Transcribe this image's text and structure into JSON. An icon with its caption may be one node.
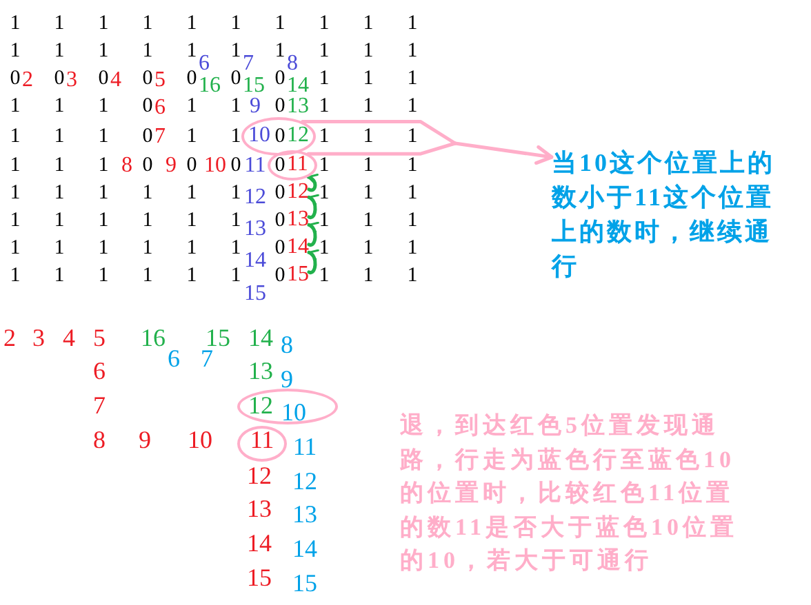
{
  "diagram": {
    "nodes": [
      {
        "text": [
          "10",
          "12"
        ]
      },
      {
        "text": [
          "11"
        ]
      },
      {
        "text": [
          "当10这个位置上的数小于11这个位置上的数时，继续通行"
        ]
      },
      {
        "text": [
          "12"
        ]
      },
      {
        "text": [
          "13"
        ]
      },
      {
        "text": [
          "14"
        ]
      },
      {
        "text": [
          "15"
        ]
      },
      {
        "text": [
          "12",
          "10"
        ]
      },
      {
        "text": [
          "11"
        ]
      }
    ],
    "edges": [
      {
        "from": 0,
        "to": 2,
        "arrow": "to",
        "color": "#ffaec9"
      },
      {
        "from": 1,
        "to": 2,
        "arrow": "to",
        "color": "#ffaec9"
      },
      {
        "from": 6,
        "to": 5,
        "arrow": "to"
      },
      {
        "from": 5,
        "to": 4,
        "arrow": "to"
      },
      {
        "from": 4,
        "to": 3,
        "arrow": "to"
      },
      {
        "from": 3,
        "to": 1,
        "arrow": "to"
      }
    ],
    "labels": [
      "1",
      "1",
      "1",
      "1",
      "1",
      "1",
      "1",
      "1",
      "1",
      "1",
      "1",
      "1",
      "1",
      "1",
      "1",
      "1",
      "1",
      "1",
      "1",
      "1",
      "0",
      "0",
      "0",
      "0",
      "0",
      "0",
      "0",
      "1",
      "1",
      "1",
      "1",
      "1",
      "1",
      "0",
      "1",
      "1",
      "0",
      "1",
      "1",
      "1",
      "1",
      "1",
      "1",
      "0",
      "1",
      "1",
      "0",
      "1",
      "1",
      "1",
      "1",
      "1",
      "1",
      "0",
      "0",
      "0",
      "0",
      "1",
      "1",
      "1",
      "1",
      "1",
      "1",
      "1",
      "1",
      "1",
      "0",
      "1",
      "1",
      "1",
      "1",
      "1",
      "1",
      "1",
      "1",
      "1",
      "0",
      "1",
      "1",
      "1",
      "1",
      "1",
      "1",
      "1",
      "1",
      "1",
      "0",
      "1",
      "1",
      "1",
      "1",
      "1",
      "1",
      "1",
      "1",
      "1",
      "0",
      "1",
      "1",
      "1",
      "2",
      "3",
      "4",
      "5",
      "16",
      "6",
      "15",
      "7",
      "14",
      "8",
      "6",
      "9",
      "13",
      "7",
      "8",
      "9",
      "10",
      "11",
      "12",
      "13",
      "14",
      "15",
      "2",
      "3",
      "4",
      "5",
      "16",
      "6",
      "15",
      "7",
      "14",
      "8",
      "6",
      "13",
      "9",
      "7",
      "8",
      "9",
      "10",
      "11",
      "12",
      "12",
      "13",
      "13",
      "14",
      "14",
      "15",
      "15",
      "退，到达红色5位置发现通路，行走为蓝色行至蓝色10的位置时，比较红色11位置的数11是否大于蓝色10位置的10，若大于可通行"
    ]
  }
}
